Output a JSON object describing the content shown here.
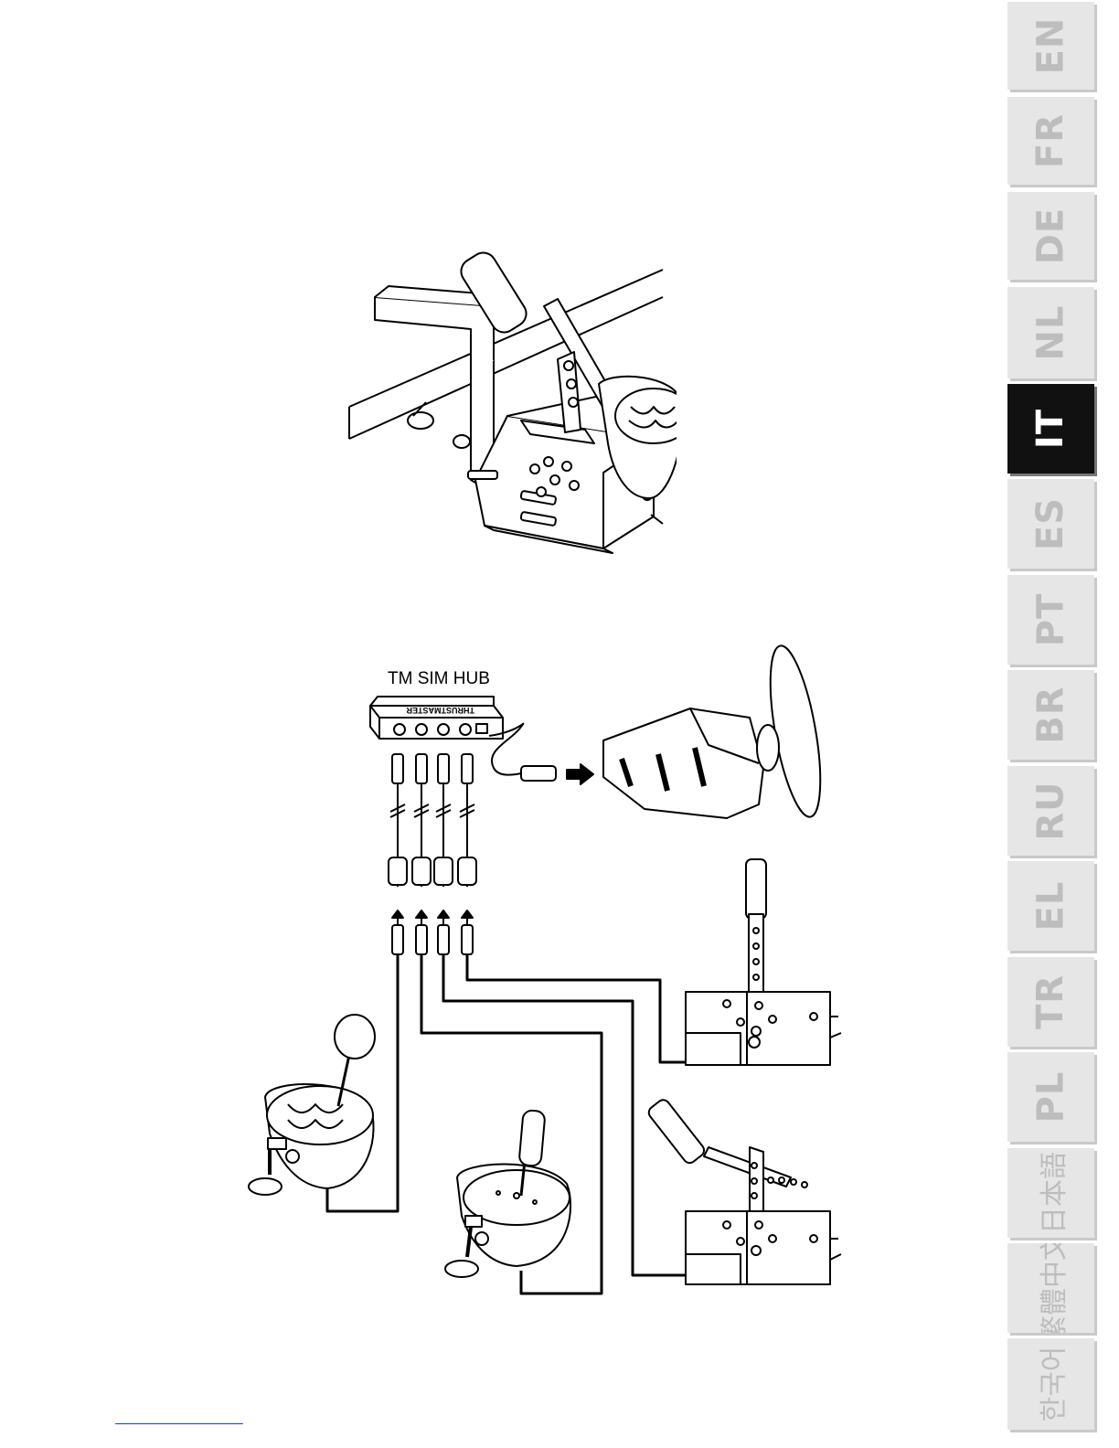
{
  "language_tabs": [
    {
      "label": "EN",
      "active": false
    },
    {
      "label": "FR",
      "active": false
    },
    {
      "label": "DE",
      "active": false
    },
    {
      "label": "NL",
      "active": false
    },
    {
      "label": "IT",
      "active": true
    },
    {
      "label": "ES",
      "active": false
    },
    {
      "label": "PT",
      "active": false
    },
    {
      "label": "BR",
      "active": false
    },
    {
      "label": "RU",
      "active": false
    },
    {
      "label": "EL",
      "active": false
    },
    {
      "label": "TR",
      "active": false
    },
    {
      "label": "PL",
      "active": false
    },
    {
      "label": "日本語",
      "active": false
    },
    {
      "label": "繁體中文",
      "active": false
    },
    {
      "label": "한국어",
      "active": false
    }
  ],
  "diagram": {
    "hub_label": "TM SIM HUB",
    "hub_brand": "THRUSTMASTER"
  },
  "colors": {
    "tab_bg": "#e6e6e6",
    "tab_active_bg": "#111111",
    "tab_text": "#bdbdbd",
    "tab_active_text": "#ffffff",
    "line": "#000000"
  }
}
